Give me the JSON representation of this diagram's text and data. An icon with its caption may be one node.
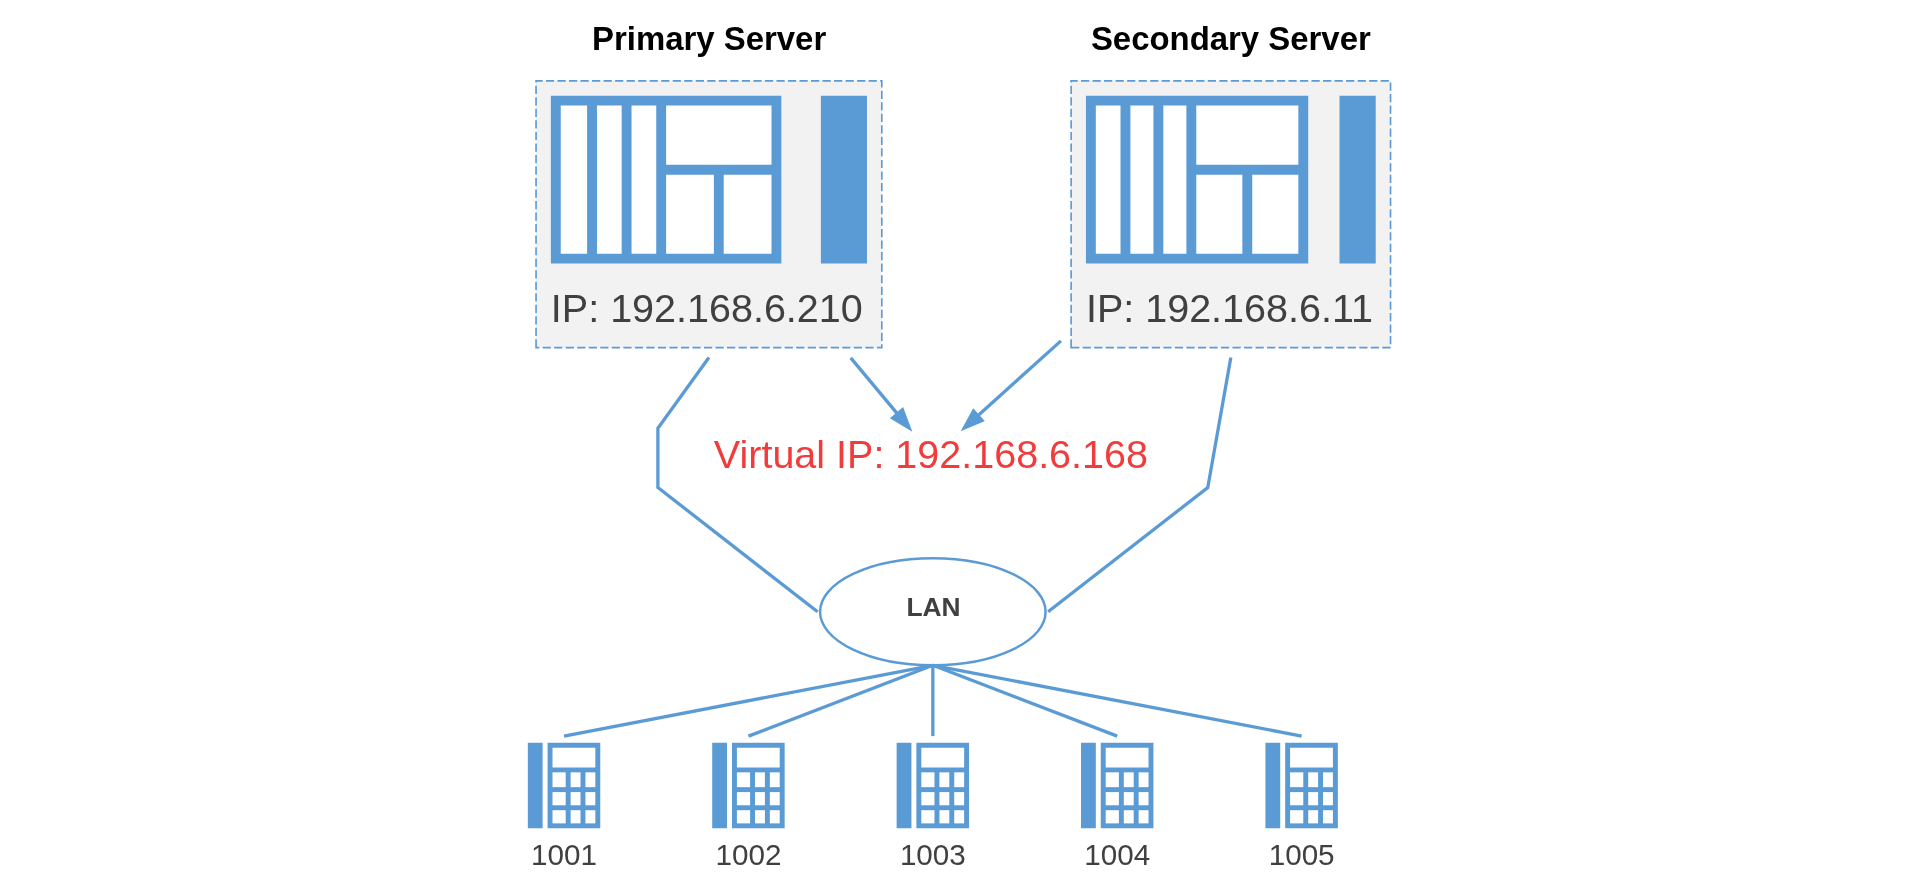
{
  "diagram": {
    "nodes": [
      {
        "text": [
          "Primary Server",
          "IP: 192.168.6.210"
        ]
      },
      {
        "text": [
          "Secondary Server",
          "IP: 192.168.6.11"
        ]
      },
      {
        "text": [
          "Virtual IP: 192.168.6.168"
        ]
      },
      {
        "text": [
          "LAN"
        ]
      },
      {
        "text": [],
        "shape": "picture",
        "beside": [
          "1001"
        ]
      },
      {
        "text": [],
        "shape": "picture",
        "beside": [
          "1002"
        ]
      },
      {
        "text": [],
        "shape": "picture",
        "beside": [
          "1003"
        ]
      },
      {
        "text": [],
        "shape": "picture",
        "beside": [
          "1004"
        ]
      },
      {
        "text": [],
        "shape": "picture",
        "beside": [
          "1005"
        ]
      }
    ],
    "edges": [
      {
        "from": 0,
        "to": 2,
        "arrow": "to"
      },
      {
        "from": 1,
        "to": 2,
        "arrow": "to"
      },
      {
        "from": 0,
        "to": 3,
        "arrow": "none"
      },
      {
        "from": 1,
        "to": 3,
        "arrow": "none"
      },
      {
        "from": 3,
        "to": 4,
        "arrow": "none"
      },
      {
        "from": 3,
        "to": 5,
        "arrow": "none"
      },
      {
        "from": 3,
        "to": 6,
        "arrow": "none"
      },
      {
        "from": 3,
        "to": 7,
        "arrow": "none"
      },
      {
        "from": 3,
        "to": 8,
        "arrow": "none"
      }
    ]
  }
}
